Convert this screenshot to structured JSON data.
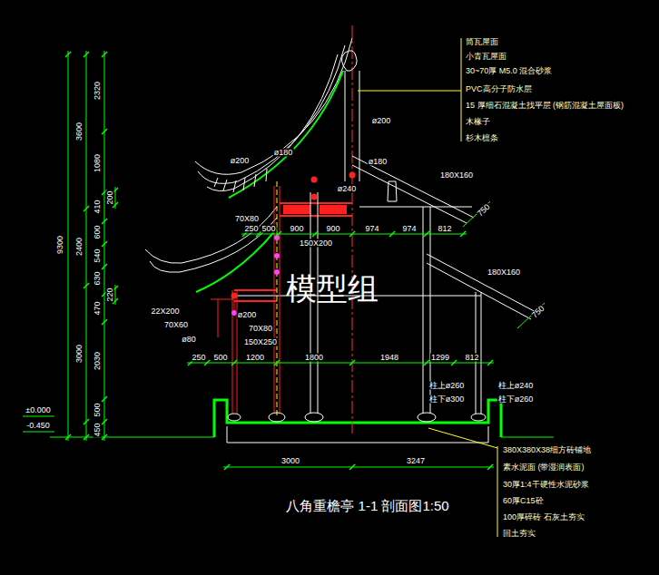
{
  "diagram": {
    "caption": "八角重檐亭 1-1 剖面图1:50",
    "labels": [
      "9300",
      "3600",
      "2400",
      "3000",
      "2320",
      "1080",
      "410",
      "600",
      "540",
      "630",
      "470",
      "2030",
      "500",
      "450",
      "200",
      "220",
      "±0.000",
      "-0.450",
      "250",
      "500",
      "900",
      "900",
      "974",
      "974",
      "812",
      "250",
      "500",
      "1200",
      "1800",
      "1948",
      "1299",
      "812",
      "3000",
      "3247",
      "ø200",
      "ø180",
      "ø200",
      "ø180",
      "ø240",
      "180X160",
      "750",
      "70X80",
      "150X200",
      "180X160",
      "750",
      "22X200",
      "70X60",
      "ø80",
      "ø200",
      "70X80",
      "150X250",
      "柱上ø260",
      "柱下ø300",
      "柱上ø240",
      "柱下ø260",
      "筒瓦屋面",
      "小青瓦屋面",
      "30~70厚 M5.0 混合砂浆",
      "PVC高分子防水层",
      "15 厚细石混凝土找平层 (钢筋混凝土屋面板)",
      "木椽子",
      "杉木檩条",
      "380X380X38细方砖铺地",
      "素水泥面 (带湿润表面)",
      "30厚1:4干硬性水泥砂浆",
      "60厚C15砼",
      "100厚碎砖 石灰土夯实",
      "回土夯实",
      "模型组"
    ]
  }
}
